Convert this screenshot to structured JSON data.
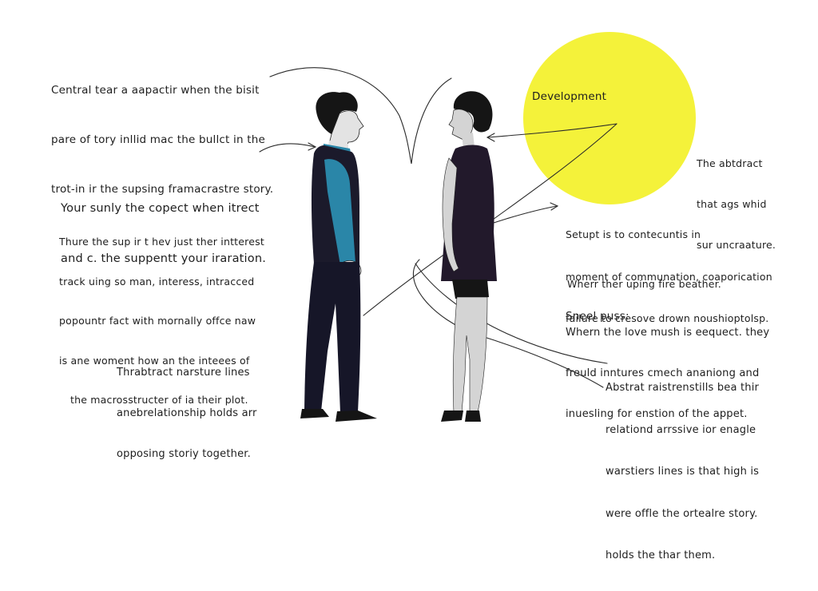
{
  "colors": {
    "background": "#ffffff",
    "sun": "#f4f23a",
    "ink": "#1e1e1e",
    "shirt_blue": "#2a86a8",
    "vest_dark": "#1b1a2b",
    "dress_dark": "#22192b",
    "skin_grey": "#d4d4d4",
    "hair": "#151515"
  },
  "circle_label": "Development",
  "blocks": {
    "top_left": [
      "Central tear a aapactir when the bisit",
      "pare of tory inllid mac the bullct in the",
      "trot-in ir the supsing framacrastre story."
    ],
    "mid_left": [
      "Your sunly the copect when itrect",
      "and c. the suppentt your iraration."
    ],
    "lower_left": [
      "Thure the sup ir t hev just ther intterest",
      "track uing so man, interess, intracced",
      "popountr fact with mornally offce naw",
      "is ane woment how an the inteees of",
      "the macrosstructer of ia their plot."
    ],
    "bottom_left": [
      "Thrabtract narsture lines",
      "anebrelationship holds arr",
      "opposing storiy together."
    ],
    "right_circle": [
      "The abtdract",
      "that ags whid",
      "sur uncraature."
    ],
    "right_setup": [
      "Setupt is to contecuntis in",
      "moment of communation, coaporication",
      "failure to cresove drown noushioptolsp."
    ],
    "right_where": [
      "Wherr ther uping fire beather."
    ],
    "right_sneel": [
      "Sneel puss:"
    ],
    "right_love": [
      "Whern the love mush is eequect. they",
      "freuld inntures cmech ananiong and",
      "inuesling for enstion of the appet."
    ],
    "right_abstrat": [
      "Abstrat raistrenstills bea thir",
      "relationd arrssive ior enagle",
      "warstiers lines is that high is",
      "were offle the ortealre story.",
      "holds the thar them."
    ]
  }
}
